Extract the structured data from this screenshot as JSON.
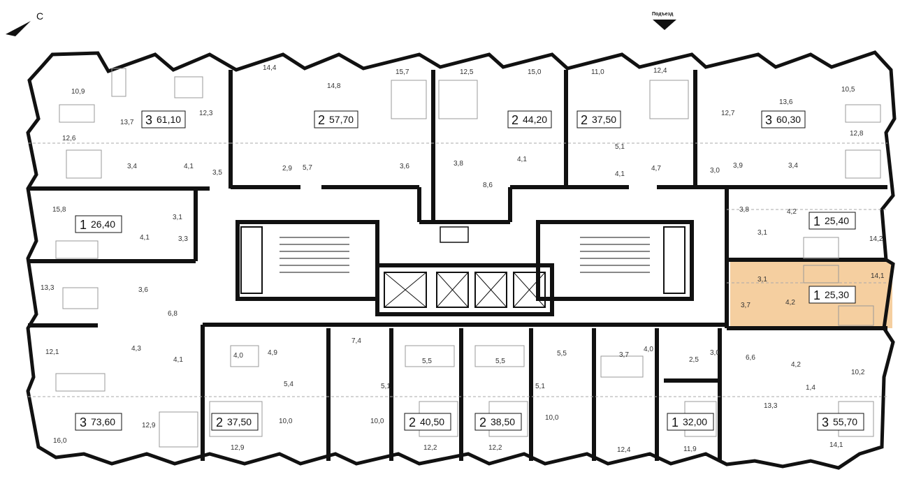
{
  "compass": {
    "north_label": "С"
  },
  "entrance": {
    "label": "Подъезд"
  },
  "colors": {
    "wall": "#111111",
    "highlight": "#f5cfa0",
    "furniture": "#888888",
    "dashed": "#aaaaaa"
  },
  "apartments": [
    {
      "id": "a1",
      "rooms": "3",
      "area": "61,10"
    },
    {
      "id": "a2",
      "rooms": "2",
      "area": "57,70"
    },
    {
      "id": "a3",
      "rooms": "2",
      "area": "44,20"
    },
    {
      "id": "a4",
      "rooms": "2",
      "area": "37,50"
    },
    {
      "id": "a5",
      "rooms": "3",
      "area": "60,30"
    },
    {
      "id": "a6",
      "rooms": "1",
      "area": "26,40"
    },
    {
      "id": "a7",
      "rooms": "1",
      "area": "25,40"
    },
    {
      "id": "a8",
      "rooms": "1",
      "area": "25,30",
      "highlighted": true
    },
    {
      "id": "a9",
      "rooms": "3",
      "area": "73,60"
    },
    {
      "id": "a10",
      "rooms": "2",
      "area": "37,50"
    },
    {
      "id": "a11",
      "rooms": "2",
      "area": "40,50"
    },
    {
      "id": "a12",
      "rooms": "2",
      "area": "38,50"
    },
    {
      "id": "a13",
      "rooms": "1",
      "area": "32,00"
    },
    {
      "id": "a14",
      "rooms": "3",
      "area": "55,70"
    }
  ],
  "room_areas": [
    "10,9",
    "13,7",
    "12,3",
    "3,5",
    "14,4",
    "2,9",
    "5,7",
    "14,8",
    "15,7",
    "12,5",
    "3,6",
    "3,8",
    "8,6",
    "15,0",
    "4,1",
    "11,0",
    "5,1",
    "4,1",
    "12,4",
    "4,7",
    "3,0",
    "12,7",
    "13,6",
    "10,5",
    "3,9",
    "3,4",
    "12,8",
    "12,6",
    "3,4",
    "4,1",
    "15,8",
    "3,1",
    "4,1",
    "3,3",
    "3,8",
    "4,2",
    "14,2",
    "3,1",
    "13,3",
    "3,6",
    "6,8",
    "3,1",
    "3,7",
    "4,2",
    "14,1",
    "12,1",
    "4,3",
    "4,1",
    "4,0",
    "4,9",
    "5,4",
    "7,4",
    "5,5",
    "5,5",
    "5,1",
    "5,1",
    "5,5",
    "3,7",
    "4,0",
    "2,5",
    "3,0",
    "6,6",
    "4,2",
    "10,2",
    "1,4",
    "13,3",
    "10,0",
    "10,0",
    "10,0",
    "16,0",
    "12,9",
    "12,9",
    "12,2",
    "12,2",
    "12,4",
    "11,9",
    "14,1"
  ]
}
